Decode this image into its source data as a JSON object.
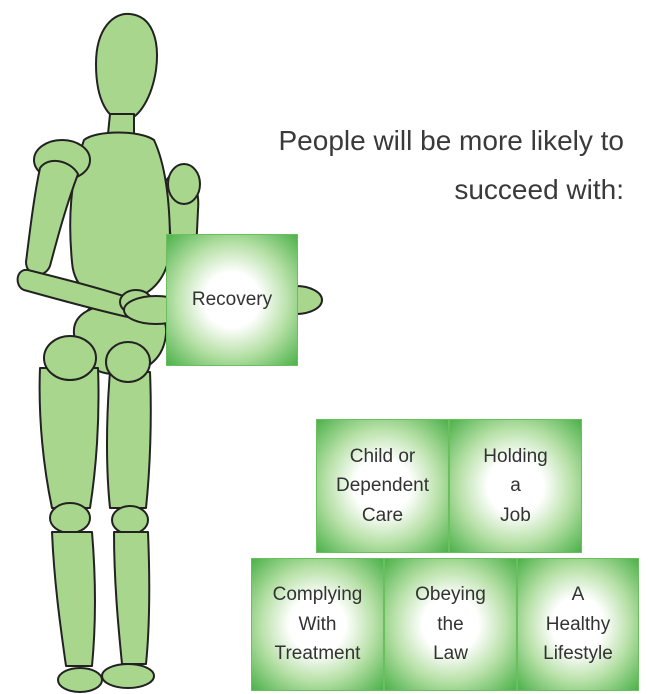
{
  "headline": {
    "line1": "People will be more likely to",
    "line2": "succeed with:"
  },
  "blocks": {
    "recovery": [
      "Recovery"
    ],
    "child_care": [
      "Child or",
      "Dependent",
      "Care"
    ],
    "holding_job": [
      "Holding",
      "a",
      "Job"
    ],
    "complying": [
      "Complying",
      "With",
      "Treatment"
    ],
    "obeying": [
      "Obeying",
      "the",
      "Law"
    ],
    "healthy": [
      "A",
      "Healthy",
      "Lifestyle"
    ]
  },
  "colors": {
    "figure_fill": "#a8d68c",
    "figure_stroke": "#222222",
    "block_edge": "#4cb14a"
  }
}
